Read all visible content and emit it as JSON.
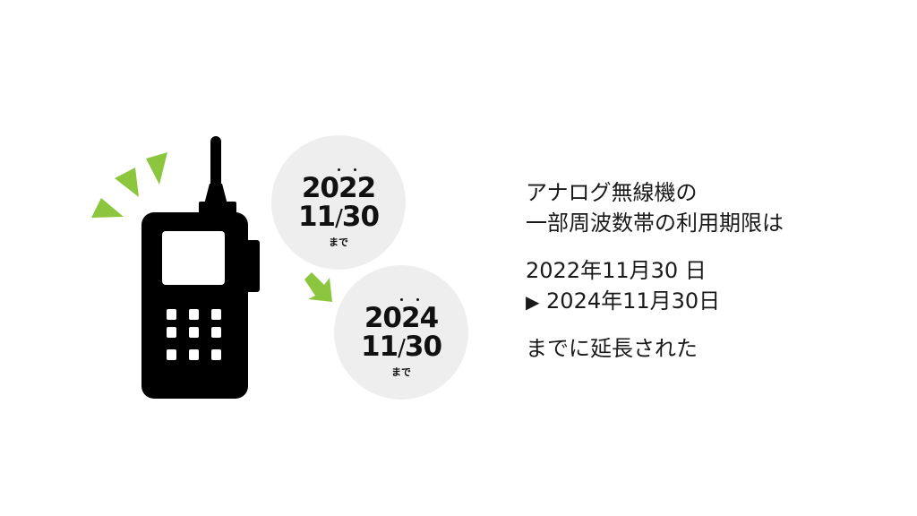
{
  "illustration": {
    "icon": "walkie-talkie-icon",
    "signal_color": "#8cc63f",
    "radio_color": "#000000",
    "circle_color": "#eeeeee",
    "arrow_color": "#8cc63f"
  },
  "circles": [
    {
      "year": "2022",
      "month_day_left": "11",
      "slash": "/",
      "month_day_right": "30",
      "until": "まで"
    },
    {
      "year": "2024",
      "month_day_left": "11",
      "slash": "/",
      "month_day_right": "30",
      "until": "まで"
    }
  ],
  "text": {
    "line1": "アナログ無線機の",
    "line2": "一部周波数帯の利用期限は",
    "old_date": "2022年11月30 日",
    "arrow_glyph": "▶",
    "new_date": "2024年11月30日",
    "conclusion": "までに延長された"
  }
}
